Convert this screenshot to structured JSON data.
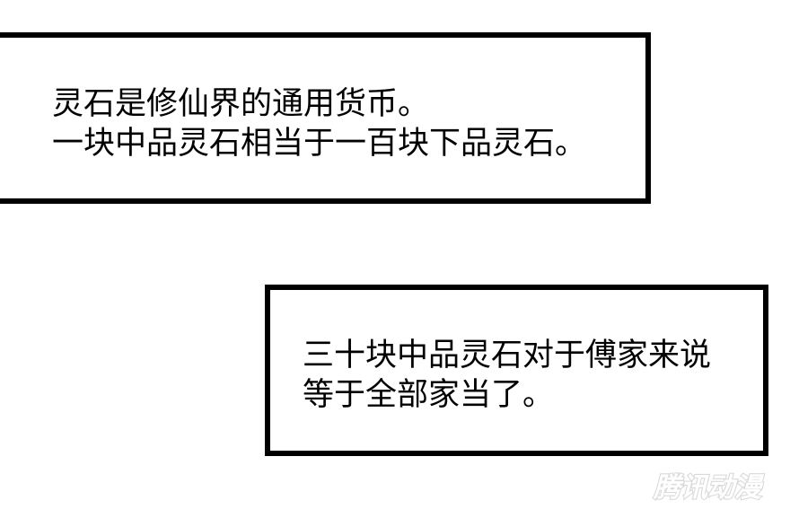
{
  "panels": [
    {
      "lines": [
        "灵石是修仙界的通用货币。",
        "一块中品灵石相当于一百块下品灵石。"
      ]
    },
    {
      "lines": [
        "三十块中品灵石对于傅家来说",
        "等于全部家当了。"
      ]
    }
  ],
  "watermark": {
    "text": "腾讯动漫",
    "color": "#d9d9d9"
  }
}
